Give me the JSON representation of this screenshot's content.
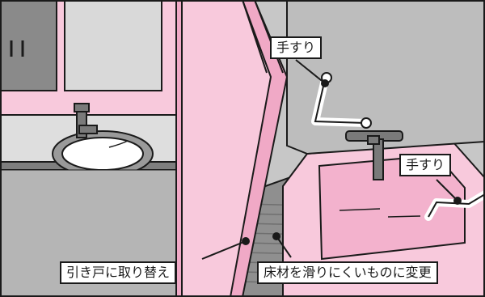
{
  "labels": {
    "handrail_top": "手すり",
    "handrail_right": "手すり",
    "sliding_door": "引き戸に取り替え",
    "floor_material": "床材を滑りにくいものに変更"
  },
  "colors": {
    "pink": "#f8c9dc",
    "pink_dark": "#f0a9c6",
    "gray_wall": "#bfbfbf",
    "gray_floor": "#9a9a9a",
    "outline": "#1a1a1a",
    "white": "#ffffff"
  }
}
